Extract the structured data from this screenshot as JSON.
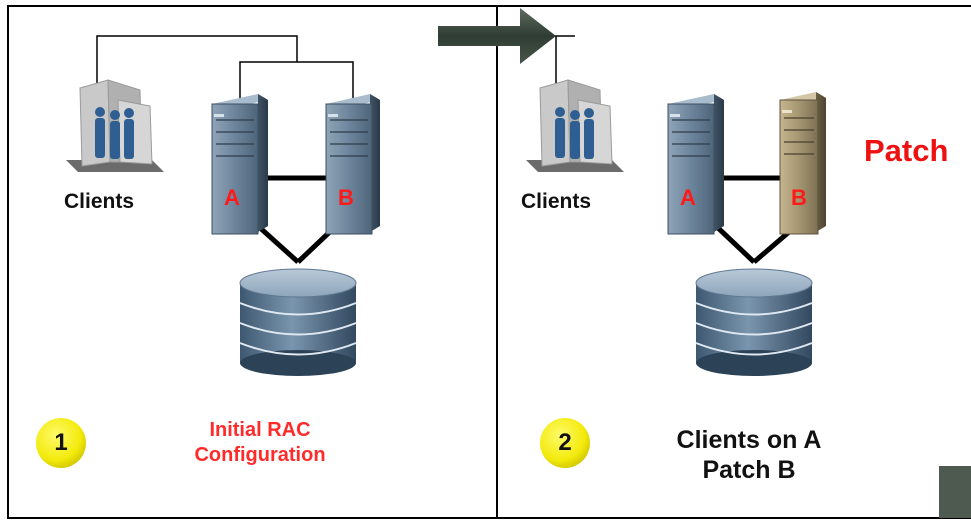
{
  "panel1": {
    "clients_label": "Clients",
    "server_a": "A",
    "server_b": "B",
    "step_number": "1",
    "caption_line1": "Initial RAC",
    "caption_line2": "Configuration"
  },
  "panel2": {
    "clients_label": "Clients",
    "server_a": "A",
    "server_b": "B",
    "patch_label": "Patch",
    "step_number": "2",
    "caption_line1": "Clients on A",
    "caption_line2": "Patch B"
  },
  "colors": {
    "server_blue": "#5f7790",
    "server_patched": "#8a7b5f",
    "disk": "#587590",
    "badge": "#f5ef19",
    "arrow": "#38473c",
    "label_red": "#ff1a1a"
  }
}
